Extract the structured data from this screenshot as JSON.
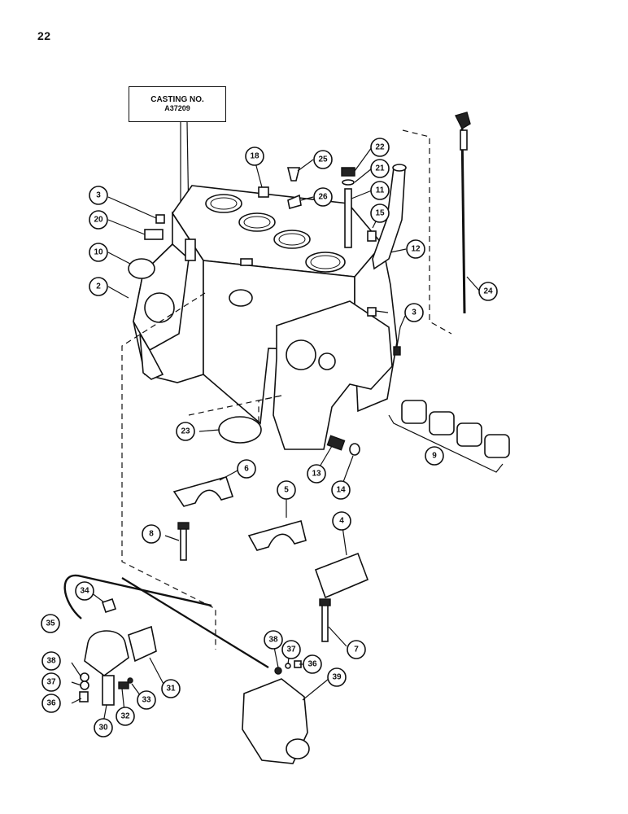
{
  "page": {
    "number": "22"
  },
  "casting_label": {
    "line1": "CASTING NO.",
    "line2": "A37209"
  },
  "callouts": [
    {
      "id": "c3a",
      "label": "3"
    },
    {
      "id": "c20",
      "label": "20"
    },
    {
      "id": "c10",
      "label": "10"
    },
    {
      "id": "c2",
      "label": "2"
    },
    {
      "id": "c18",
      "label": "18"
    },
    {
      "id": "c25",
      "label": "25"
    },
    {
      "id": "c26",
      "label": "26"
    },
    {
      "id": "c22",
      "label": "22"
    },
    {
      "id": "c21",
      "label": "21"
    },
    {
      "id": "c11",
      "label": "11"
    },
    {
      "id": "c15",
      "label": "15"
    },
    {
      "id": "c12",
      "label": "12"
    },
    {
      "id": "c24",
      "label": "24"
    },
    {
      "id": "c3b",
      "label": "3"
    },
    {
      "id": "c23",
      "label": "23"
    },
    {
      "id": "c9",
      "label": "9"
    },
    {
      "id": "c13",
      "label": "13"
    },
    {
      "id": "c14",
      "label": "14"
    },
    {
      "id": "c6",
      "label": "6"
    },
    {
      "id": "c5",
      "label": "5"
    },
    {
      "id": "c4",
      "label": "4"
    },
    {
      "id": "c8",
      "label": "8"
    },
    {
      "id": "c7",
      "label": "7"
    },
    {
      "id": "c34",
      "label": "34"
    },
    {
      "id": "c35",
      "label": "35"
    },
    {
      "id": "c38a",
      "label": "38"
    },
    {
      "id": "c37a",
      "label": "37"
    },
    {
      "id": "c36a",
      "label": "36"
    },
    {
      "id": "c30",
      "label": "30"
    },
    {
      "id": "c32",
      "label": "32"
    },
    {
      "id": "c33",
      "label": "33"
    },
    {
      "id": "c31",
      "label": "31"
    },
    {
      "id": "c38b",
      "label": "38"
    },
    {
      "id": "c37b",
      "label": "37"
    },
    {
      "id": "c36b",
      "label": "36"
    },
    {
      "id": "c39",
      "label": "39"
    }
  ]
}
